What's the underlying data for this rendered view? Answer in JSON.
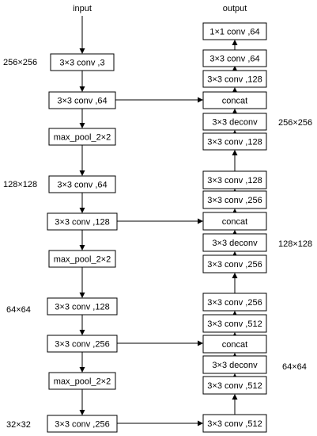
{
  "headers": {
    "input": "input",
    "output": "output"
  },
  "resolution_labels": {
    "r256_left": "256×256",
    "r128_left": "128×128",
    "r64_left": "64×64",
    "r32_left": "32×32",
    "r256_right": "256×256",
    "r128_right": "128×128",
    "r64_right": "64×64"
  },
  "encoder": {
    "b1": "3×3 conv ,3",
    "b2": "3×3 conv ,64",
    "b3": "max_pool_2×2",
    "b4": "3×3 conv ,64",
    "b5": "3×3 conv ,128",
    "b6": "max_pool_2×2",
    "b7": "3×3 conv ,128",
    "b8": "3×3 conv ,256",
    "b9": "max_pool_2×2",
    "b10": "3×3 conv ,256"
  },
  "decoder": {
    "d1": "1×1 conv ,64",
    "d2": "3×3 conv ,64",
    "d3": "3×3 conv ,128",
    "d4": "concat",
    "d5": "3×3 deconv",
    "d6": "3×3 conv ,128",
    "d7": "3×3 conv ,128",
    "d8": "3×3 conv ,256",
    "d9": "concat",
    "d10": "3×3 deconv",
    "d11": "3×3 conv ,256",
    "d12": "3×3 conv ,256",
    "d13": "3×3 conv ,512",
    "d14": "concat",
    "d15": "3×3 deconv",
    "d16": "3×3 conv ,512",
    "d17": "3×3 conv ,512"
  }
}
